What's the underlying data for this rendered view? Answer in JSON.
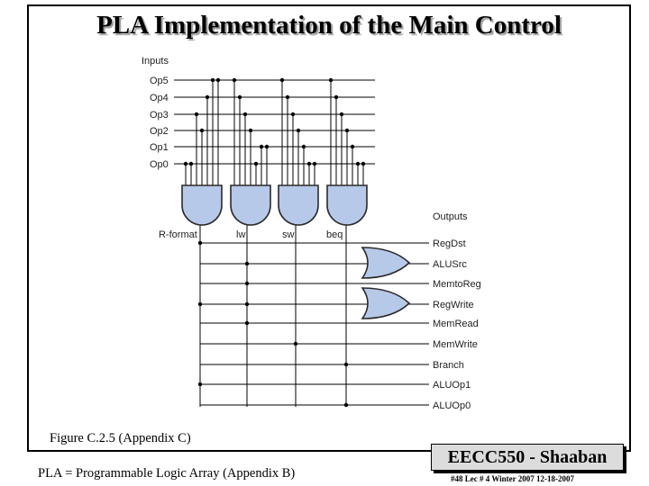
{
  "slide": {
    "title": "PLA Implementation of the Main Control",
    "caption": "Figure C.2.5 (Appendix C)",
    "footnote": "PLA = Programmable Logic Array  (Appendix B)",
    "badge": "EECC550 - Shaaban",
    "slide_info": "#48  Lec # 4  Winter 2007  12-18-2007"
  },
  "diagram": {
    "inputs_heading": "Inputs",
    "inputs": [
      "Op5",
      "Op4",
      "Op3",
      "Op2",
      "Op1",
      "Op0"
    ],
    "and_gates": [
      "R-format",
      "lw",
      "sw",
      "beq"
    ],
    "outputs_heading": "Outputs",
    "outputs": [
      "RegDst",
      "ALUSrc",
      "MemtoReg",
      "RegWrite",
      "MemRead",
      "MemWrite",
      "Branch",
      "ALUOp1",
      "ALUOp0"
    ],
    "colors": {
      "gate_fill": "#b7c9e8",
      "gate_stroke": "#2b2b2b",
      "wire": "#000000"
    }
  }
}
